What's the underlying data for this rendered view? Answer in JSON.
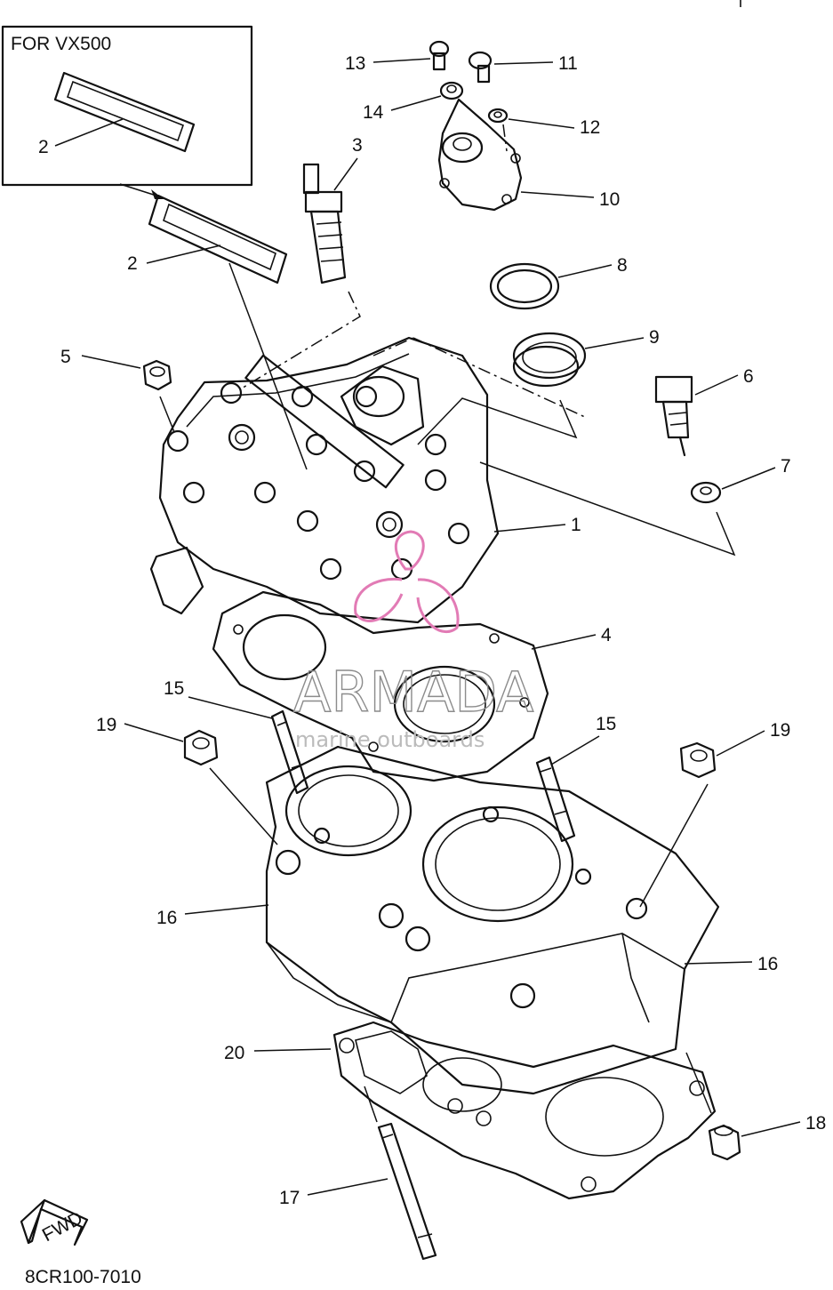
{
  "inset": {
    "title": "FOR VX500"
  },
  "part_numbers": [
    "1",
    "2",
    "2",
    "3",
    "4",
    "5",
    "6",
    "7",
    "8",
    "9",
    "10",
    "11",
    "12",
    "13",
    "14",
    "15",
    "15",
    "16",
    "16",
    "17",
    "18",
    "19",
    "19",
    "20"
  ],
  "label_text": {
    "p1": "1",
    "p2a": "2",
    "p2b": "2",
    "p3": "3",
    "p4": "4",
    "p5": "5",
    "p6": "6",
    "p7": "7",
    "p8": "8",
    "p9": "9",
    "p10": "10",
    "p11": "11",
    "p12": "12",
    "p13": "13",
    "p14": "14",
    "p15a": "15",
    "p15b": "15",
    "p16a": "16",
    "p16b": "16",
    "p17": "17",
    "p18": "18",
    "p19a": "19",
    "p19b": "19",
    "p20": "20"
  },
  "fwd_label": "FWD",
  "diagram_code": "8CR100-7010",
  "watermark": {
    "brand": "ARMADA",
    "tagline": "marine outboards",
    "color": "#e27bb5"
  }
}
